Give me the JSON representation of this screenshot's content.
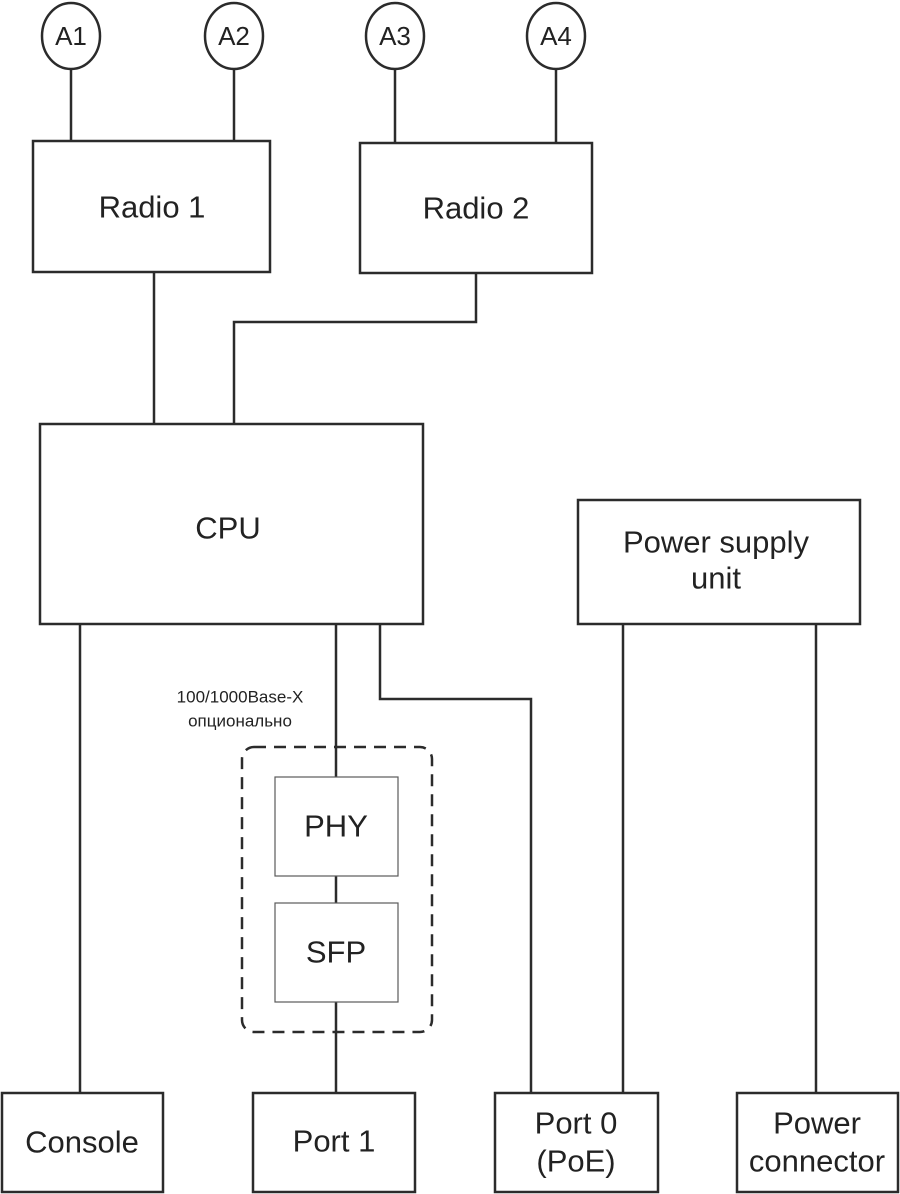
{
  "diagram": {
    "antennas": [
      "A1",
      "A2",
      "A3",
      "A4"
    ],
    "radio1": "Radio 1",
    "radio2": "Radio 2",
    "cpu": "CPU",
    "psu": [
      "Power supply",
      "unit"
    ],
    "optional_note": [
      "100/1000Base-X",
      "опционально"
    ],
    "phy": "PHY",
    "sfp": "SFP",
    "console": "Console",
    "port1": "Port 1",
    "port0": [
      "Port 0",
      "(PoE)"
    ],
    "power_connector": [
      "Power",
      "connector"
    ],
    "stroke_color": "#2b2b2b"
  }
}
